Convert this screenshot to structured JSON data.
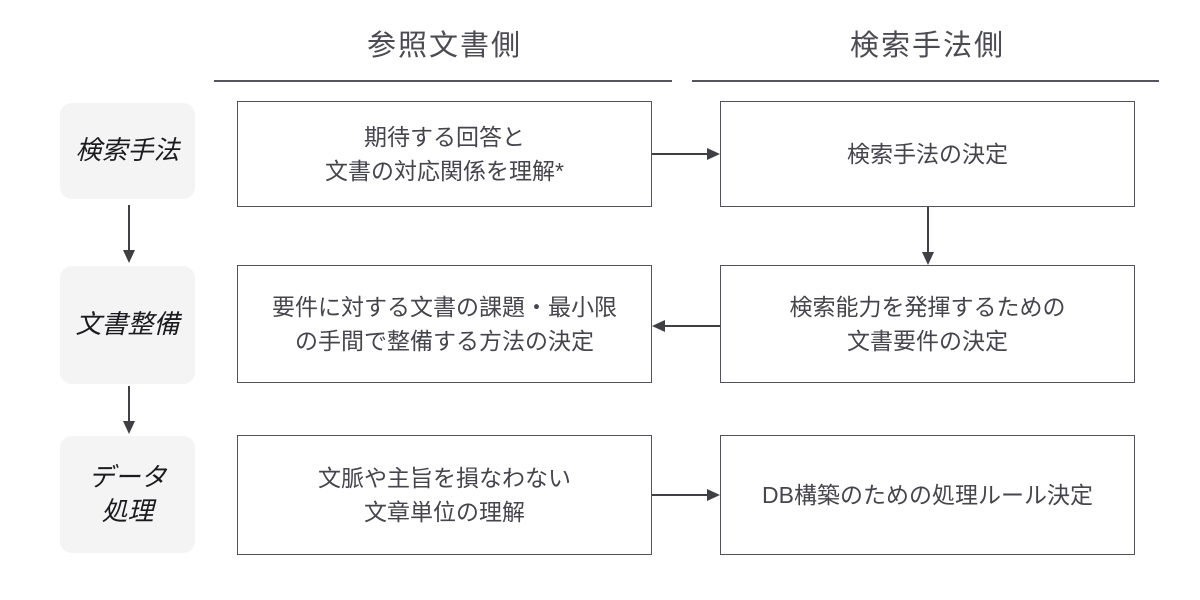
{
  "diagram": {
    "columns": {
      "left_title": "参照文書側",
      "right_title": "検索手法側"
    },
    "stages": [
      {
        "label": "検索手法"
      },
      {
        "label": "文書整備"
      },
      {
        "label": "データ\n処理"
      }
    ],
    "rows": [
      {
        "left_box": "期待する回答と\n文書の対応関係を理解*",
        "right_box": "検索手法の決定"
      },
      {
        "left_box": "要件に対する文書の課題・最小限\nの手間で整備する方法の決定",
        "right_box": "検索能力を発揮するための\n文書要件の決定"
      },
      {
        "left_box": "文脈や主旨を損なわない\n文章単位の理解",
        "right_box": "DB構築のための処理ルール決定"
      }
    ],
    "colors": {
      "border": "#52525b",
      "arrow": "#3f3f46",
      "stage_background": "#f4f4f5",
      "box_text": "#45454d",
      "title_text": "#4b4b53",
      "stage_text": "#1b1b1f"
    }
  }
}
